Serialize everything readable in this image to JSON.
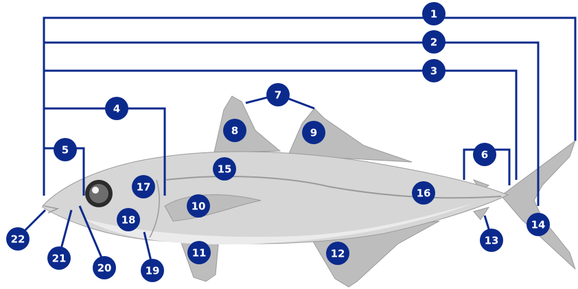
{
  "colors": {
    "badge": "#0b2a8c",
    "line": "#0b2a8c",
    "fish_body": "#d6d6d6",
    "fish_belly": "#ebebeb",
    "fish_fin": "#bdbdbd",
    "fish_outline": "#9a9a9a"
  },
  "callouts": [
    {
      "id": "1",
      "label": "1"
    },
    {
      "id": "2",
      "label": "2"
    },
    {
      "id": "3",
      "label": "3"
    },
    {
      "id": "4",
      "label": "4"
    },
    {
      "id": "5",
      "label": "5"
    },
    {
      "id": "6",
      "label": "6"
    },
    {
      "id": "7",
      "label": "7"
    },
    {
      "id": "8",
      "label": "8"
    },
    {
      "id": "9",
      "label": "9"
    },
    {
      "id": "10",
      "label": "10"
    },
    {
      "id": "11",
      "label": "11"
    },
    {
      "id": "12",
      "label": "12"
    },
    {
      "id": "13",
      "label": "13"
    },
    {
      "id": "14",
      "label": "14"
    },
    {
      "id": "15",
      "label": "15"
    },
    {
      "id": "16",
      "label": "16"
    },
    {
      "id": "17",
      "label": "17"
    },
    {
      "id": "18",
      "label": "18"
    },
    {
      "id": "19",
      "label": "19"
    },
    {
      "id": "20",
      "label": "20"
    },
    {
      "id": "21",
      "label": "21"
    },
    {
      "id": "22",
      "label": "22"
    }
  ]
}
